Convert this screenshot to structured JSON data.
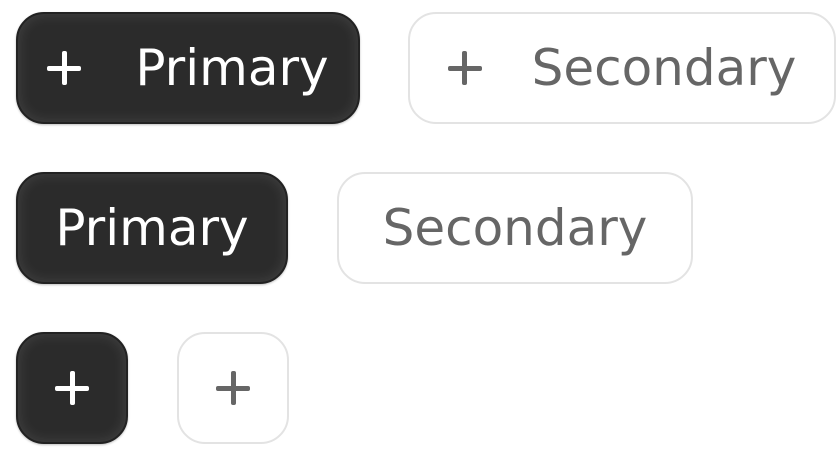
{
  "buttons": {
    "row1": {
      "primary": {
        "label": "Primary",
        "icon": "plus-icon"
      },
      "secondary": {
        "label": "Secondary",
        "icon": "plus-icon"
      }
    },
    "row2": {
      "primary": {
        "label": "Primary"
      },
      "secondary": {
        "label": "Secondary"
      }
    },
    "row3": {
      "primary": {
        "icon": "plus-icon"
      },
      "secondary": {
        "icon": "plus-icon"
      }
    }
  },
  "colors": {
    "primary_bg": "#2b2b2b",
    "primary_text": "#ffffff",
    "secondary_bg": "#ffffff",
    "secondary_text": "#666666",
    "secondary_border": "#e3e3e3"
  }
}
